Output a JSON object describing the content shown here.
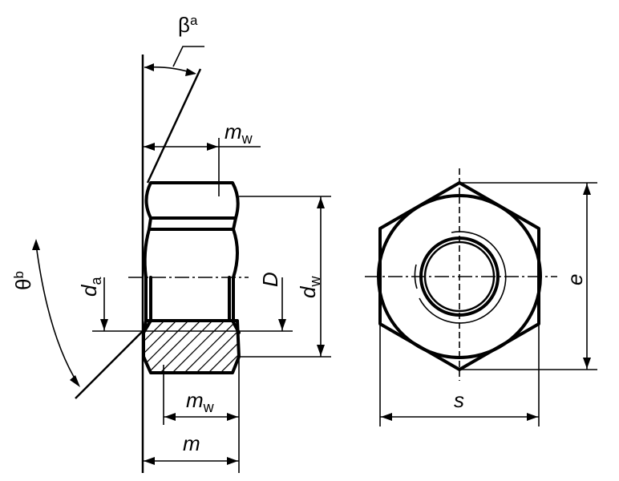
{
  "labels": {
    "beta": {
      "symbol": "β",
      "superscript": "a"
    },
    "theta": {
      "symbol": "θ",
      "superscript": "b"
    },
    "mw_top": {
      "symbol": "m",
      "subscript": "w"
    },
    "mw_bottom": {
      "symbol": "m",
      "subscript": "w"
    },
    "m": "m",
    "da": {
      "symbol": "d",
      "subscript": "a"
    },
    "D": "D",
    "dw": {
      "symbol": "d",
      "subscript": "w"
    },
    "s": "s",
    "e": "e"
  }
}
